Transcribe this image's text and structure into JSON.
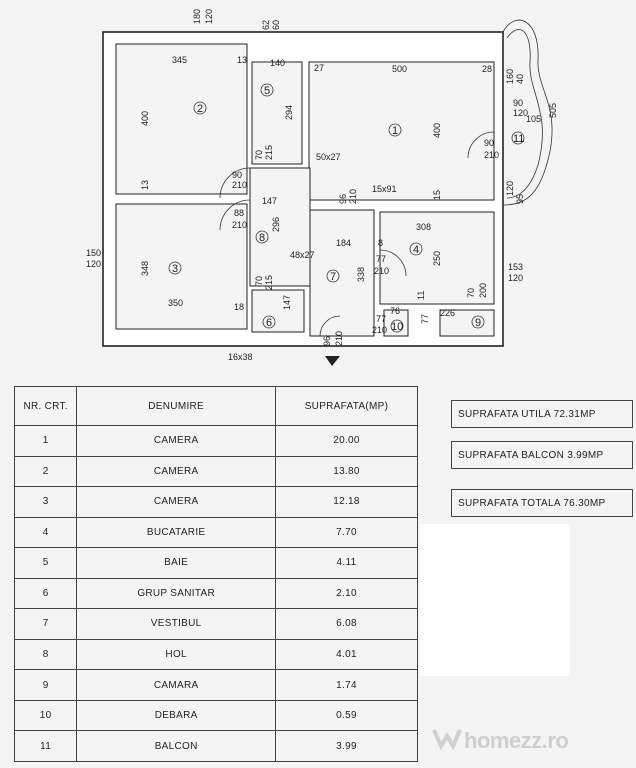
{
  "plan": {
    "rooms": {
      "r1": "1",
      "r2": "2",
      "r3": "3",
      "r4": "4",
      "r5": "5",
      "r6": "6",
      "r7": "7",
      "r8": "8",
      "r9": "9",
      "r10": "10",
      "r11": "11"
    },
    "dims": {
      "d180": "180",
      "d120a": "120",
      "d62": "62",
      "d60": "60",
      "d345": "345",
      "d13a": "13",
      "d140": "140",
      "d27a": "27",
      "d500": "500",
      "d28": "28",
      "d160": "160",
      "d40": "40",
      "d400a": "400",
      "d294": "294",
      "d400b": "400",
      "d505": "505",
      "d90a": "90",
      "d120b": "120",
      "d105": "105",
      "d90b": "90",
      "d210a": "210",
      "d70a": "70",
      "d215a": "215",
      "d50x27": "50x27",
      "d90c": "90",
      "d210b": "210",
      "d13b": "13",
      "d147a": "147",
      "d96a": "96",
      "d210c": "210",
      "d15x91": "15x91",
      "d15": "15",
      "d120c": "120",
      "d95": "95",
      "d88": "88",
      "d210d": "210",
      "d296": "296",
      "d184": "184",
      "d8": "8",
      "d308": "308",
      "d150": "150",
      "d120d": "120",
      "d348": "348",
      "d48x27": "48x27",
      "d77a": "77",
      "d210e": "210",
      "d338": "338",
      "d250": "250",
      "d153": "153",
      "d120e": "120",
      "d70b": "70",
      "d215b": "215",
      "d147b": "147",
      "d11": "11",
      "d70c": "70",
      "d200": "200",
      "d350": "350",
      "d18": "18",
      "d76": "76",
      "d226": "226",
      "d77b": "77",
      "d210f": "210",
      "d77c": "77",
      "d96b": "96",
      "d210g": "210",
      "d16x38": "16x38"
    }
  },
  "table": {
    "headers": {
      "nr": "NR. CRT.",
      "name": "DENUMIRE",
      "area": "SUPRAFATA(MP)"
    },
    "rows": [
      {
        "nr": "1",
        "name": "CAMERA",
        "area": "20.00"
      },
      {
        "nr": "2",
        "name": "CAMERA",
        "area": "13.80"
      },
      {
        "nr": "3",
        "name": "CAMERA",
        "area": "12.18"
      },
      {
        "nr": "4",
        "name": "BUCATARIE",
        "area": "7.70"
      },
      {
        "nr": "5",
        "name": "BAIE",
        "area": "4.11"
      },
      {
        "nr": "6",
        "name": "GRUP SANITAR",
        "area": "2.10"
      },
      {
        "nr": "7",
        "name": "VESTIBUL",
        "area": "6.08"
      },
      {
        "nr": "8",
        "name": "HOL",
        "area": "4.01"
      },
      {
        "nr": "9",
        "name": "CAMARA",
        "area": "1.74"
      },
      {
        "nr": "10",
        "name": "DEBARA",
        "area": "0.59"
      },
      {
        "nr": "11",
        "name": "BALCON",
        "area": "3.99"
      }
    ]
  },
  "summary": {
    "useful": "SUPRAFATA UTILA 72.31MP",
    "balcony": "SUPRAFATA BALCON  3.99MP",
    "total": "SUPRAFATA TOTALA  76.30MP"
  },
  "watermark": {
    "text": "homezz.ro"
  }
}
